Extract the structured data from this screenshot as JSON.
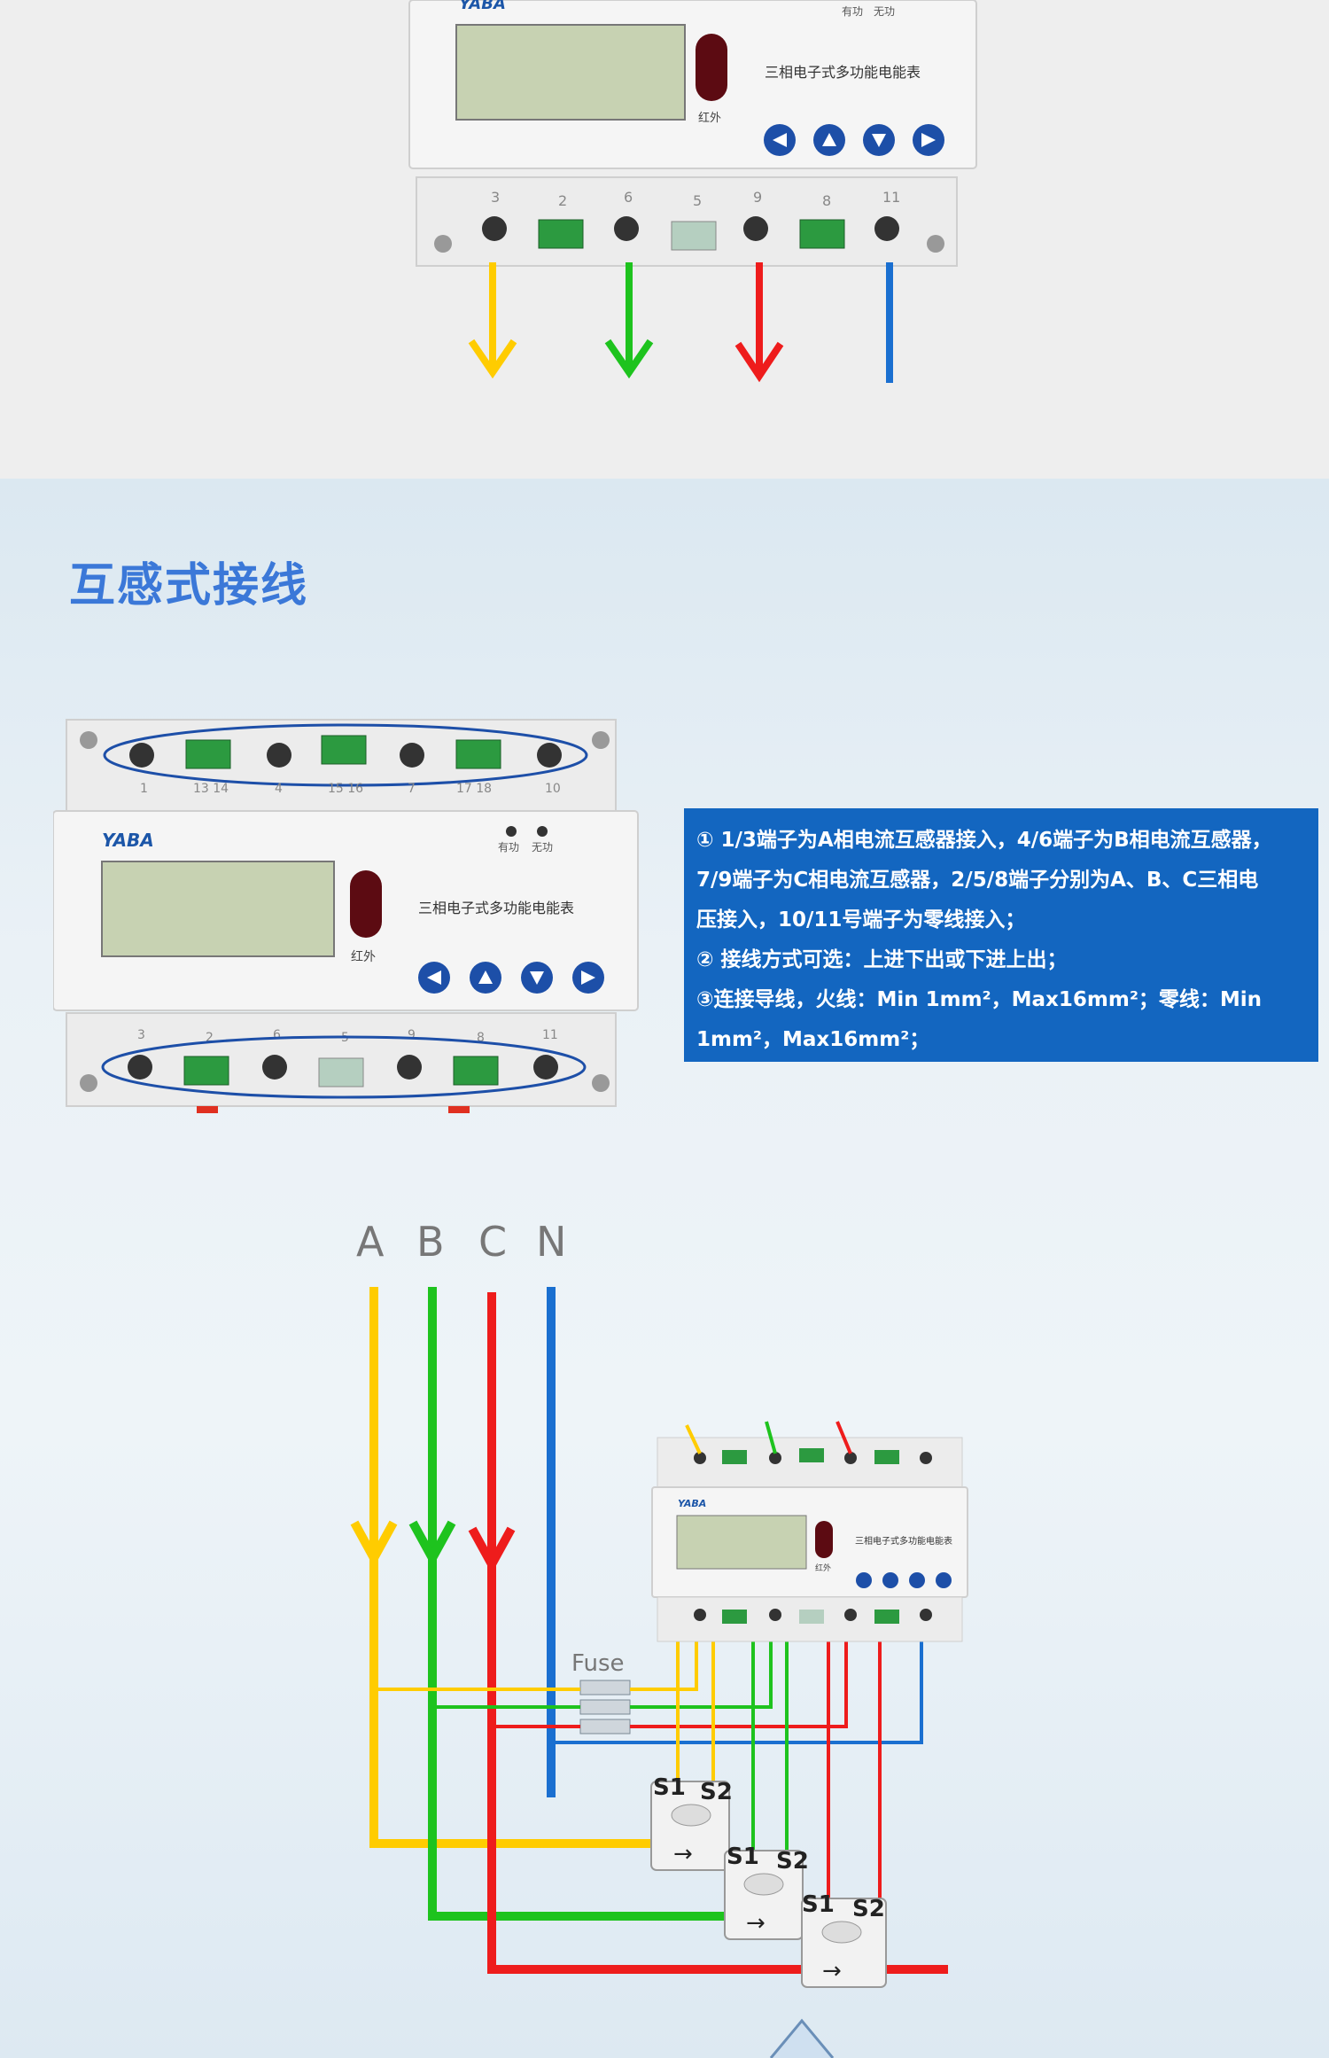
{
  "top_meter": {
    "brand": "YABA",
    "led_labels": [
      "有功",
      "无功"
    ],
    "ir_label": "红外",
    "product_name": "三相电子式多功能电能表",
    "terminal_numbers": [
      "3",
      "2",
      "6",
      "5",
      "9",
      "8",
      "11"
    ]
  },
  "section": {
    "title": "互感式接线"
  },
  "mid_meter": {
    "brand": "YABA",
    "led_labels": [
      "有功",
      "无功"
    ],
    "ir_label": "红外",
    "product_name": "三相电子式多功能电能表",
    "top_terminal_numbers": [
      "1",
      "13 14",
      "4",
      "15 16",
      "7",
      "17 18",
      "10"
    ],
    "bottom_terminal_numbers": [
      "3",
      "2",
      "6",
      "5",
      "9",
      "8",
      "11"
    ]
  },
  "info": {
    "lines": [
      "① 1/3端子为A相电流互感器接入，4/6端子为B相电流互感器，",
      "7/9端子为C相电流互感器，2/5/8端子分别为A、B、C三相电",
      "压接入，10/11号端子为零线接入；",
      "② 接线方式可选：上进下出或下进上出；",
      "③连接导线，火线：Min 1mm²，Max16mm²；零线：Min",
      "1mm²，Max16mm²；"
    ]
  },
  "wiring": {
    "phase_labels": [
      "A",
      "B",
      "C",
      "N"
    ],
    "fuse_label": "Fuse",
    "ct_labels": [
      "S1",
      "S2"
    ],
    "meter_brand": "YABA",
    "meter_name": "三相电子式多功能电能表",
    "meter_ir": "红外"
  },
  "colors": {
    "phase_a": "#ffcc00",
    "phase_b": "#1ec31e",
    "phase_c": "#ee1c1c",
    "neutral": "#1a6fd0",
    "accent": "#1366c0",
    "title": "#3b78d8"
  }
}
